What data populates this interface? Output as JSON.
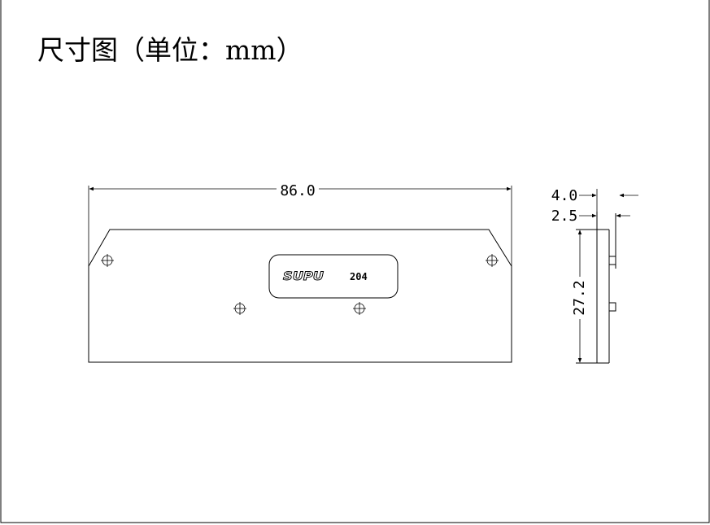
{
  "title": "尺寸图（单位：mm）",
  "front_view": {
    "width_dimension": "86.0",
    "logo_text": "SUPU",
    "model_number": "204"
  },
  "side_view": {
    "thickness_dimension": "4.0",
    "step_dimension": "2.5",
    "height_dimension": "27.2"
  }
}
